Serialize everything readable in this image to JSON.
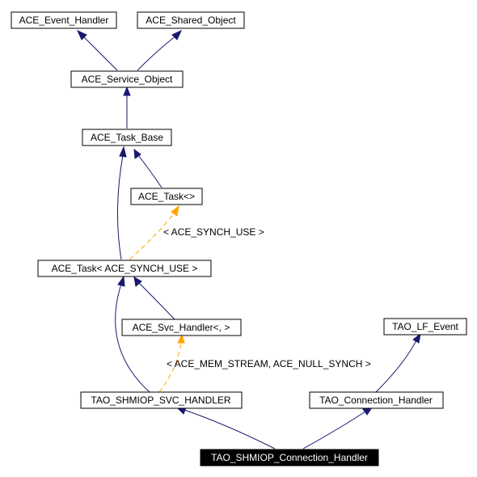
{
  "colors": {
    "inheritance_edge": "#191970",
    "template_edge": "#ffa500",
    "highlight_fill": "#000000",
    "highlight_text": "#ffffff"
  },
  "nodes": {
    "ace_event_handler": "ACE_Event_Handler",
    "ace_shared_object": "ACE_Shared_Object",
    "ace_service_object": "ACE_Service_Object",
    "ace_task_base": "ACE_Task_Base",
    "ace_task_template": "ACE_Task<>",
    "ace_task_synch": "ACE_Task< ACE_SYNCH_USE >",
    "ace_svc_handler": "ACE_Svc_Handler<, >",
    "tao_lf_event": "TAO_LF_Event",
    "tao_shmiop_svc_handler": "TAO_SHMIOP_SVC_HANDLER",
    "tao_connection_handler": "TAO_Connection_Handler",
    "tao_shmiop_connection_handler": "TAO_SHMIOP_Connection_Handler"
  },
  "edge_labels": {
    "task_template_args": "< ACE_SYNCH_USE >",
    "svc_handler_template_args": "< ACE_MEM_STREAM, ACE_NULL_SYNCH >"
  }
}
